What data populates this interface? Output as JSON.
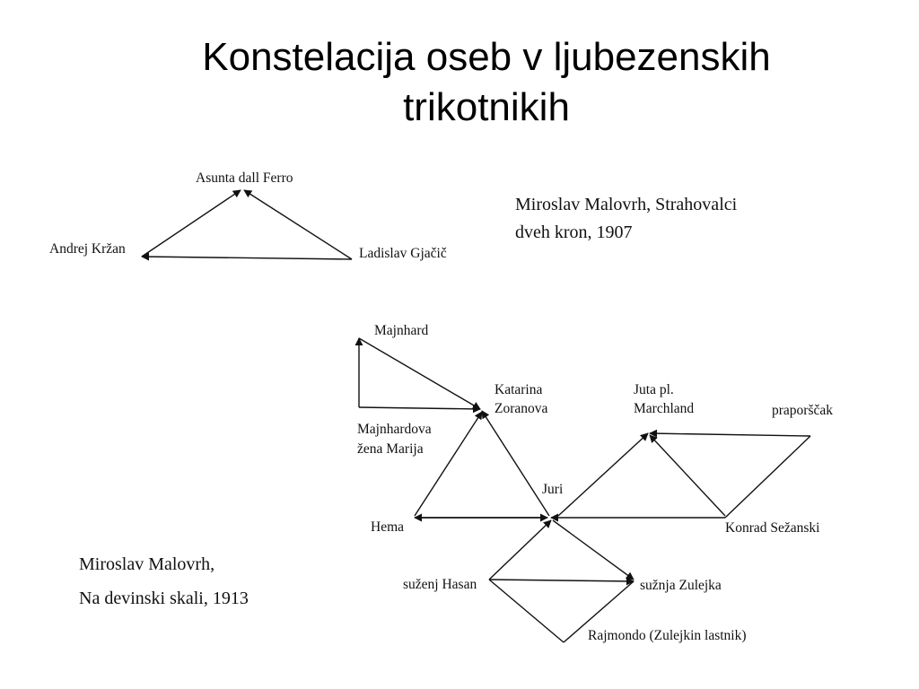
{
  "title_line1": "Konstelacija oseb v ljubezenskih",
  "title_line2": "trikotnikih",
  "caption_top": {
    "line1": "Miroslav Malovrh, Strahovalci",
    "line2": "dveh kron, 1907"
  },
  "caption_bottom": {
    "line1": "Miroslav Malovrh,",
    "line2": "Na devinski skali, 1913"
  },
  "diagram1": {
    "nodes": {
      "asunta": "Asunta dall Ferro",
      "andrej": "Andrej Kržan",
      "ladislav": "Ladislav Gjačič"
    }
  },
  "diagram2": {
    "nodes": {
      "majnhard": "Majnhard",
      "katarina_1": "Katarina",
      "katarina_2": "Zoranova",
      "majnhardova_1": "Majnhardova",
      "majnhardova_2": "žena Marija",
      "juta_1": "Juta pl.",
      "juta_2": "Marchland",
      "praporscak": "praporščak",
      "juri": "Juri",
      "hema": "Hema",
      "konrad": "Konrad Sežanski",
      "hasan": "suženj Hasan",
      "zulejka": "sužnja Zulejka",
      "rajmondo": "Rajmondo (Zulejkin lastnik)"
    }
  }
}
